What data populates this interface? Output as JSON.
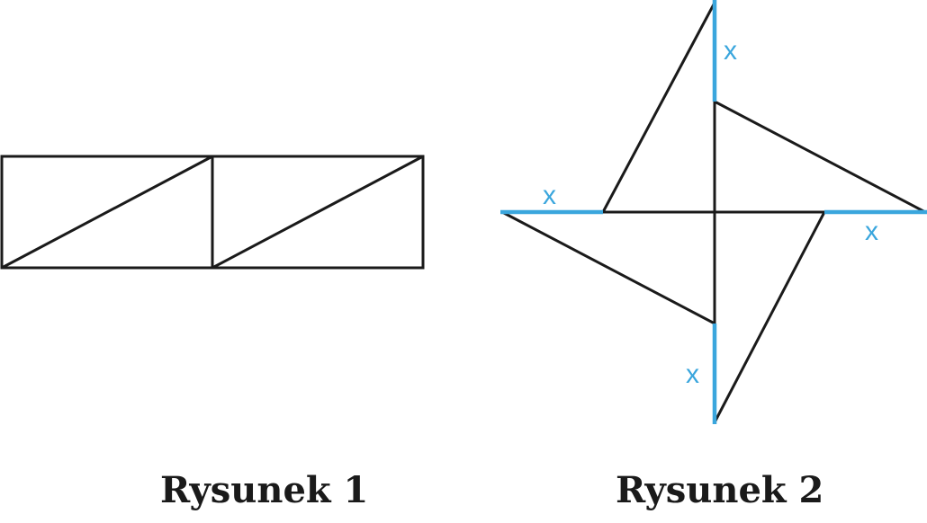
{
  "figure1": {
    "caption": "Rysunek 1"
  },
  "figure2": {
    "caption": "Rysunek 2",
    "mark_label": "x"
  },
  "colors": {
    "line": "#1a1a1a",
    "highlight": "#3aa6dd"
  }
}
